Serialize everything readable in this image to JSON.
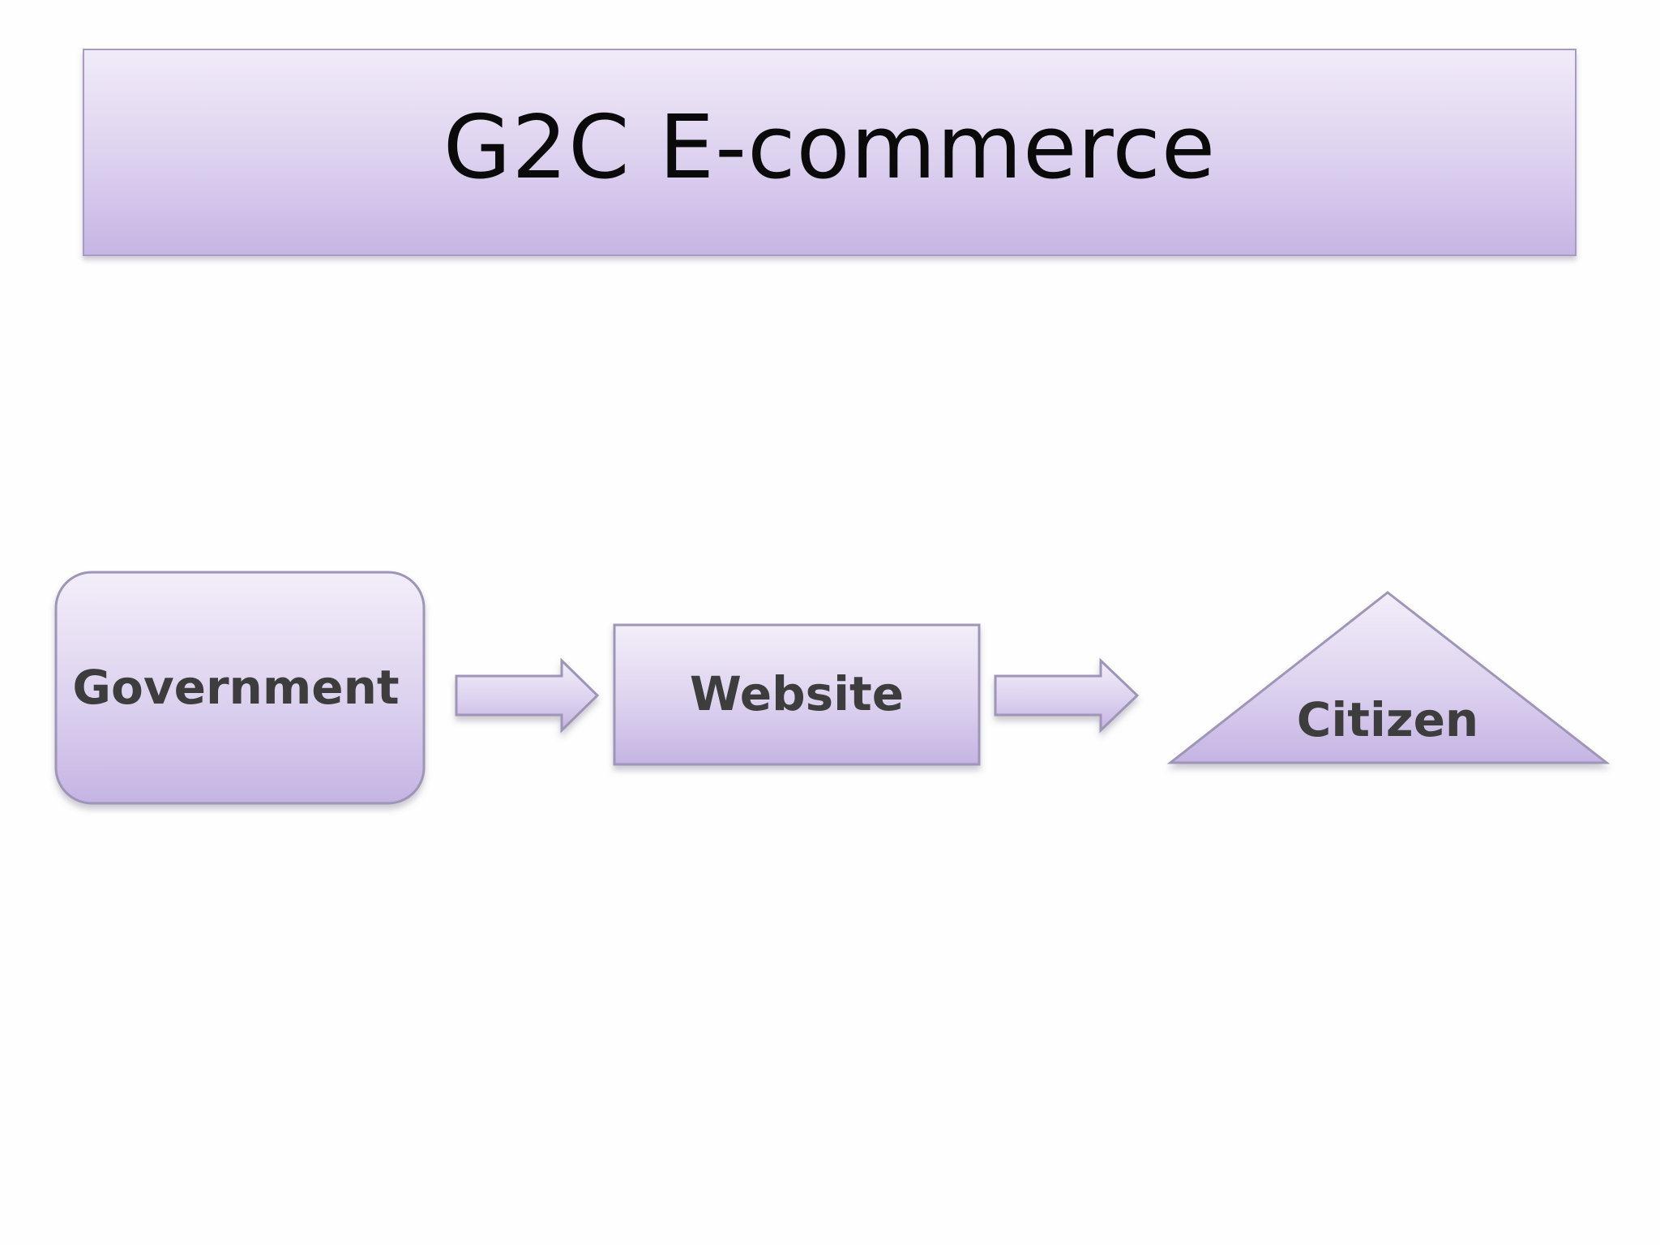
{
  "title": "G2C E-commerce",
  "diagram": {
    "nodes": [
      {
        "id": "government",
        "label": "Government",
        "shape": "rounded-rectangle"
      },
      {
        "id": "website",
        "label": "Website",
        "shape": "rectangle"
      },
      {
        "id": "citizen",
        "label": "Citizen",
        "shape": "triangle"
      }
    ],
    "edges": [
      {
        "from": "government",
        "to": "website"
      },
      {
        "from": "website",
        "to": "citizen"
      }
    ]
  },
  "colors": {
    "fill_top": "#f1ebf8",
    "fill_bottom": "#c6b5e4",
    "border": "#a79bc4",
    "text": "#3d3d3d"
  }
}
